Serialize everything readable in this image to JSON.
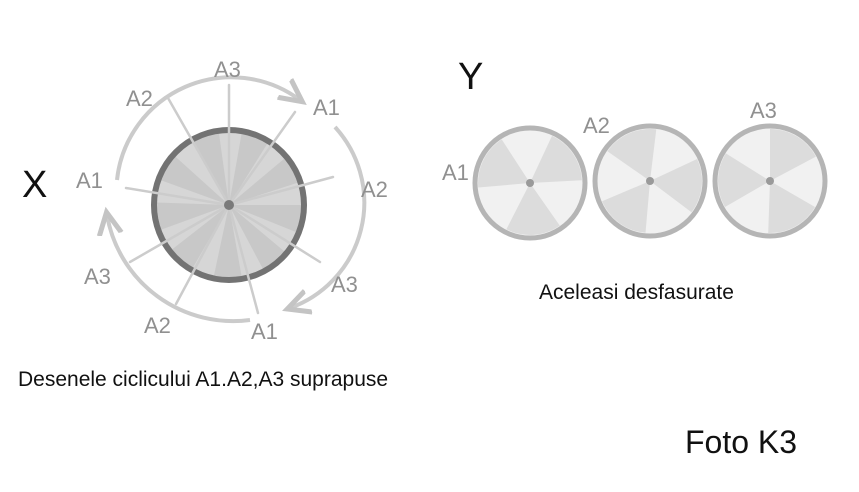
{
  "labels": {
    "x": "X",
    "y": "Y",
    "caption_left": "Desenele ciclicului A1.A2,A3 suprapuse",
    "caption_right": "Aceleasi desfasurate",
    "photo": "Foto K3"
  },
  "ring_labels": [
    "A3",
    "A1",
    "A2",
    "A3",
    "A1",
    "A2",
    "A3",
    "A1",
    "A2"
  ],
  "wheels": [
    {
      "label": "A1"
    },
    {
      "label": "A2"
    },
    {
      "label": "A3"
    }
  ],
  "colors": {
    "wheel_fill": "#dcdcdc",
    "wheel_rim_light": "#b5b5b5",
    "wheel_rim_dark": "#747474",
    "spokes": "#c8c8c8",
    "arrows": "#c9c9c9",
    "labels": "#909090"
  }
}
